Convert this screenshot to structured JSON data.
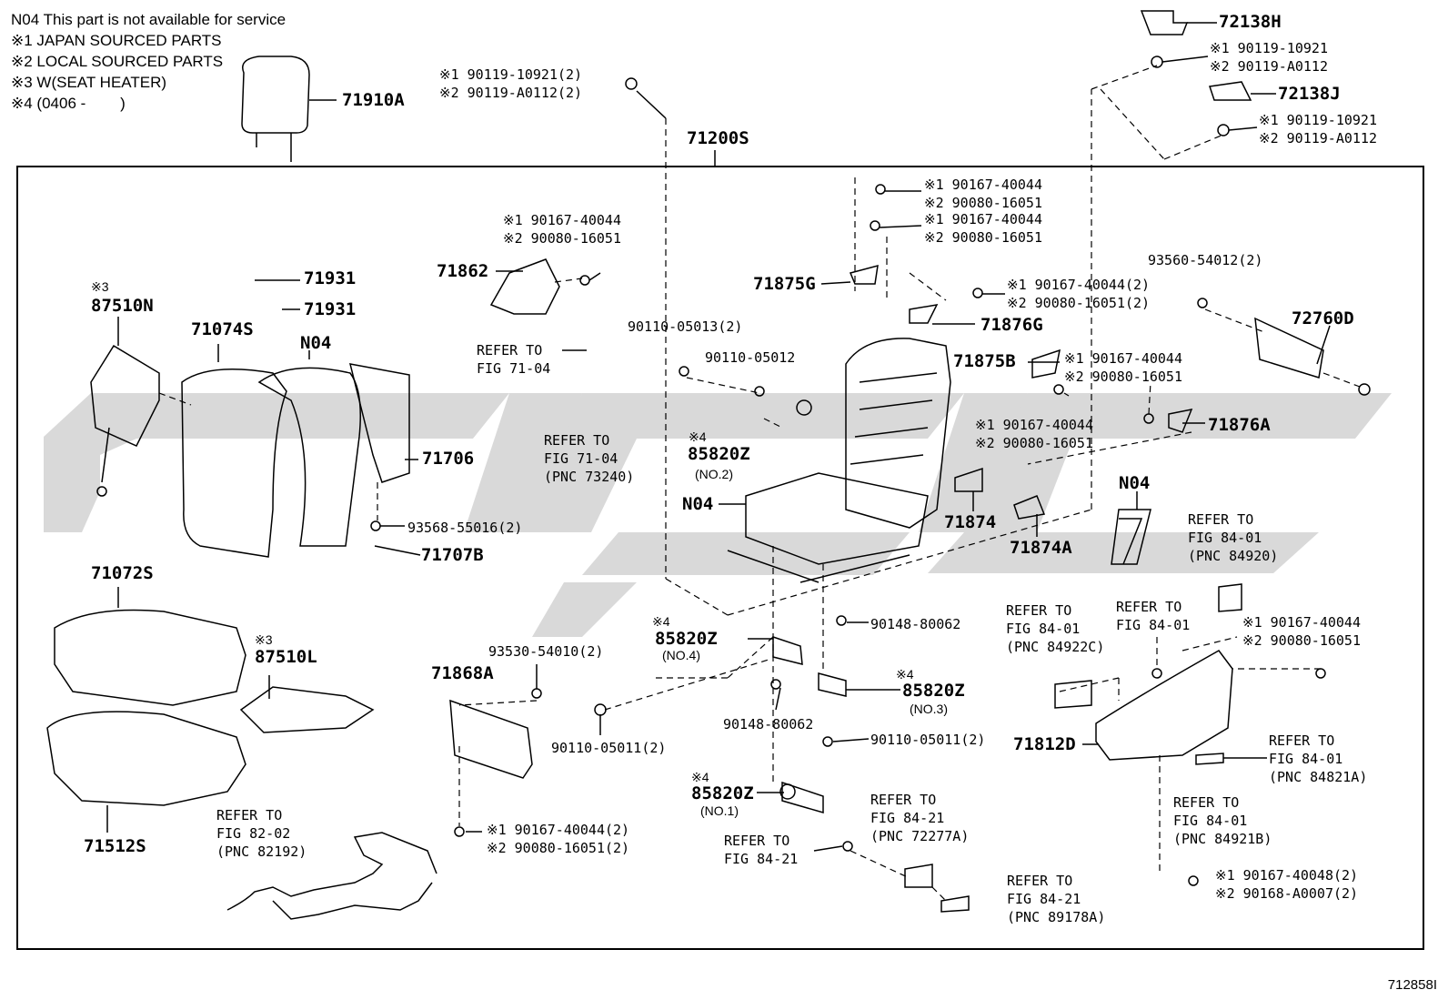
{
  "notes": [
    "N04 This part is not available for service",
    "※1 JAPAN SOURCED PARTS",
    "※2 LOCAL SOURCED PARTS",
    "※3 W(SEAT HEATER)",
    "※4 (0406 -        )"
  ],
  "diagram_code": "712858I",
  "labels": {
    "p71910A": "71910A",
    "p71200S": "71200S",
    "p72138H": "72138H",
    "p72138J": "72138J",
    "top_bolt_a": "※1 90119-10921(2)\n※2 90119-A0112(2)",
    "top_bolt_b": "※1 90119-10921\n※2 90119-A0112",
    "top_bolt_c": "※1 90119-10921\n※2 90119-A0112",
    "rail_bolt_a": "※1 90167-40044\n※2 90080-16051",
    "rail_bolt_b": "※1 90167-40044\n※2 90080-16051",
    "mid_bolt_a": "※1 90167-40044\n※2 90080-16051",
    "mid_bolt_b": "※1 90167-40044(2)\n※2 90080-16051(2)",
    "mid_bolt_c": "※1 90167-40044\n※2 90080-16051",
    "mid_bolt_d": "※1 90167-40044\n※2 90080-16051",
    "p93560": "93560-54012(2)",
    "p72760D": "72760D",
    "p71862": "71862",
    "p71875G": "71875G",
    "p71876G": "71876G",
    "p71875B": "71875B",
    "p71876A": "71876A",
    "p71931a": "71931",
    "p71931b": "71931",
    "n3a": "※3",
    "p87510N": "87510N",
    "p71074S": "71074S",
    "n04a": "N04",
    "p71706": "71706",
    "p93568": "93568-55016(2)",
    "p71707B": "71707B",
    "refer_71_04a": "REFER TO\nFIG 71-04",
    "refer_71_04b": "REFER TO\nFIG 71-04\n(PNC 73240)",
    "p90110_05013": "90110-05013(2)",
    "p90110_05012": "90110-05012",
    "n4a": "※4",
    "p85820Z_2": "85820Z",
    "no2": "(NO.2)",
    "n04b": "N04",
    "p71874": "71874",
    "p71874A": "71874A",
    "n04c": "N04",
    "refer_84_01a": "REFER TO\nFIG 84-01\n(PNC 84920)",
    "p71072S": "71072S",
    "n3b": "※3",
    "p87510L": "87510L",
    "p71512S": "71512S",
    "refer_82_02": "REFER TO\nFIG 82-02\n(PNC 82192)",
    "p71868A": "71868A",
    "p93530": "93530-54010(2)",
    "p90110_05011a": "90110-05011(2)",
    "bolt_bottom_left": "※1 90167-40044(2)\n※2 90080-16051(2)",
    "n4b": "※4",
    "p85820Z_4": "85820Z",
    "no4": "(NO.4)",
    "p90148a": "90148-80062",
    "p90148b": "90148-80062",
    "n4c": "※4",
    "p85820Z_3": "85820Z",
    "no3": "(NO.3)",
    "p90110_05011b": "90110-05011(2)",
    "n4d": "※4",
    "p85820Z_1": "85820Z",
    "no1": "(NO.1)",
    "refer_84_21a": "REFER TO\nFIG 84-21",
    "refer_84_21b": "REFER TO\nFIG 84-21\n(PNC 72277A)",
    "refer_84_21c": "REFER TO\nFIG 84-21\n(PNC 89178A)",
    "refer_84_01b": "REFER TO\nFIG 84-01\n(PNC 84922C)",
    "refer_84_01c": "REFER TO\nFIG 84-01",
    "bolt_right_a": "※1 90167-40044\n※2 90080-16051",
    "p71812D": "71812D",
    "refer_84_01d": "REFER TO\nFIG 84-01\n(PNC 84821A)",
    "refer_84_01e": "REFER TO\nFIG 84-01\n(PNC 84921B)",
    "bolt_right_b": "※1 90167-40048(2)\n※2 90168-A0007(2)"
  }
}
